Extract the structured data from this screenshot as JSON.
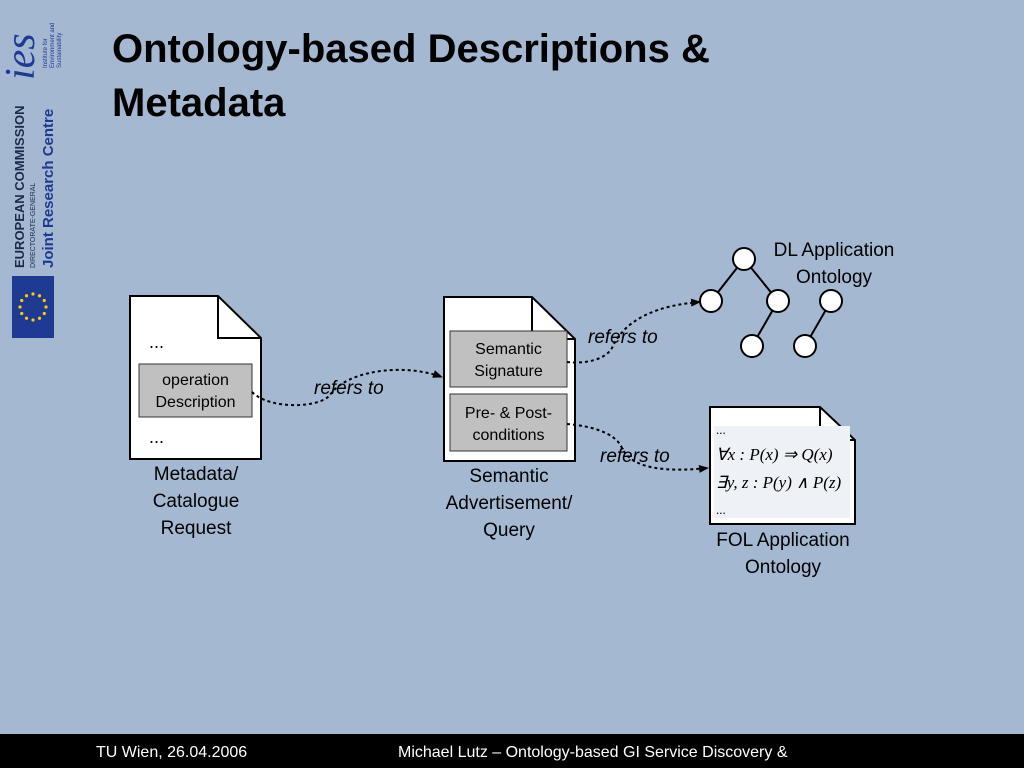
{
  "slide": {
    "title_line1": "Ontology-based Descriptions &",
    "title_line2": "Metadata"
  },
  "logo": {
    "ies_text": "ies",
    "ies_subtext": [
      "Institute for",
      "Environment and",
      "Sustainability"
    ],
    "commission": "EUROPEAN COMMISSION",
    "dg": "DIRECTORATE-GENERAL",
    "jrc": "Joint Research Centre"
  },
  "diagram": {
    "metadata_doc": {
      "dots_top": "...",
      "box_line1": "operation",
      "box_line2": "Description",
      "dots_bottom": "...",
      "caption": [
        "Metadata/",
        "Catalogue",
        "Request"
      ]
    },
    "semantic_doc": {
      "box1": [
        "Semantic",
        "Signature"
      ],
      "box2": [
        "Pre- & Post-",
        "conditions"
      ],
      "caption": [
        "Semantic",
        "Advertisement/",
        "Query"
      ]
    },
    "arrows": {
      "refers1": "refers to",
      "refers2": "refers to",
      "refers3": "refers to"
    },
    "dl_ontology": {
      "label": [
        "DL Application",
        "Ontology"
      ]
    },
    "fol_ontology": {
      "dots_top": "...",
      "formula1": "∀x : P(x) ⇒ Q(x)",
      "formula2": "∃y, z : P(y) ∧ P(z)",
      "dots_bottom": "...",
      "label": [
        "FOL Application",
        "Ontology"
      ]
    }
  },
  "footer": {
    "left": "TU Wien, 26.04.2006",
    "right": "Michael Lutz – Ontology-based GI Service Discovery &"
  },
  "colors": {
    "background": "#a5b8d1",
    "box_fill": "#c0c0c0",
    "eu_blue": "#1f3a93",
    "eu_star": "#ffcc00",
    "footer": "#000000"
  }
}
